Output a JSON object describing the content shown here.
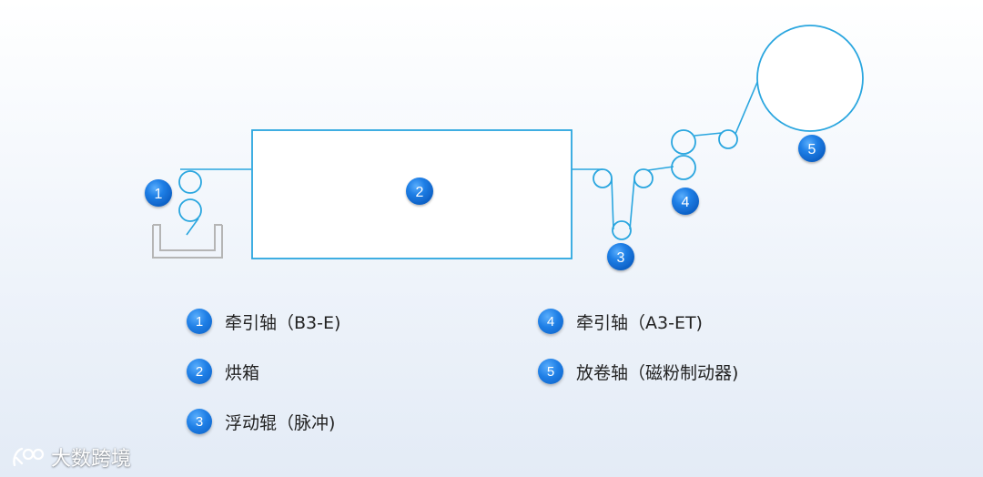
{
  "diagram": {
    "markers": [
      {
        "id": "m1",
        "number": "1"
      },
      {
        "id": "m2",
        "number": "2"
      },
      {
        "id": "m3",
        "number": "3"
      },
      {
        "id": "m4",
        "number": "4"
      },
      {
        "id": "m5",
        "number": "5"
      }
    ]
  },
  "legend": {
    "items": [
      {
        "number": "1",
        "label": "牵引轴（B3-E)"
      },
      {
        "number": "2",
        "label": "烘箱"
      },
      {
        "number": "3",
        "label": "浮动辊（脉冲)"
      },
      {
        "number": "4",
        "label": "牵引轴（A3-ET)"
      },
      {
        "number": "5",
        "label": "放卷轴（磁粉制动器)"
      }
    ]
  },
  "watermark": {
    "text": "大数跨境"
  },
  "colors": {
    "line": "#2aa6df",
    "badge": "#1f7fe6",
    "tray": "#b5b5b5"
  }
}
